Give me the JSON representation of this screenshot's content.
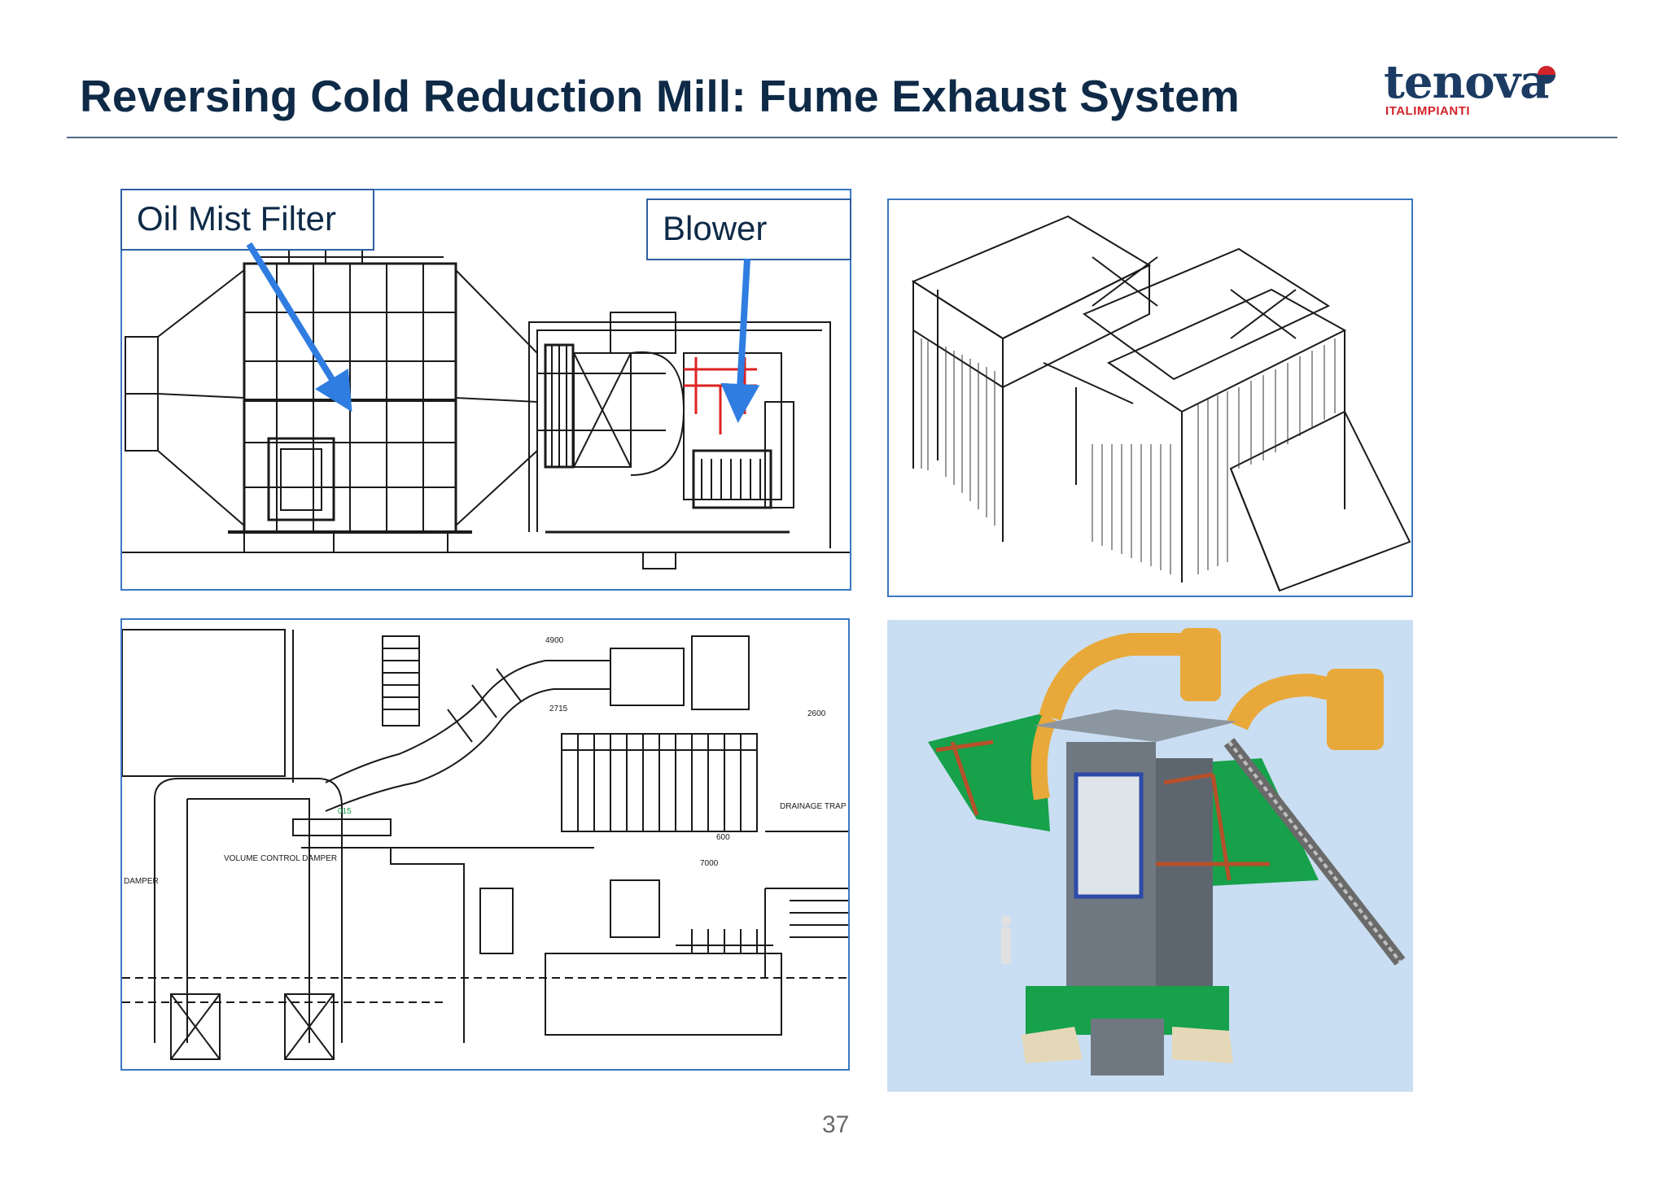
{
  "slide": {
    "title": "Reversing Cold Reduction Mill:  Fume Exhaust System",
    "page_number": "37"
  },
  "logo": {
    "wordmark": "tenova",
    "subtitle": "ITALIMPIANTI",
    "colors": {
      "word": "#1b3b63",
      "subtitle": "#d2232a",
      "dot_red": "#d2232a",
      "dot_navy": "#1b3b63"
    }
  },
  "callouts": {
    "oil_mist_filter": "Oil Mist Filter",
    "blower": "Blower"
  },
  "drawings": {
    "layout_dimensions": [
      "4900",
      "2715",
      "2600",
      "600",
      "7000",
      "015"
    ],
    "layout_notes": [
      "VOLUME CONTROL DAMPER",
      "DRAINAGE TRAP",
      "DAMPER"
    ]
  },
  "colors": {
    "title": "#0e2a47",
    "panel_border": "#3a78c2",
    "arrow": "#2f7de0",
    "render_background": "#c9def2",
    "duct_orange": "#e8a93a",
    "frame_green": "#16a14a",
    "steel_rust": "#b5502a"
  }
}
